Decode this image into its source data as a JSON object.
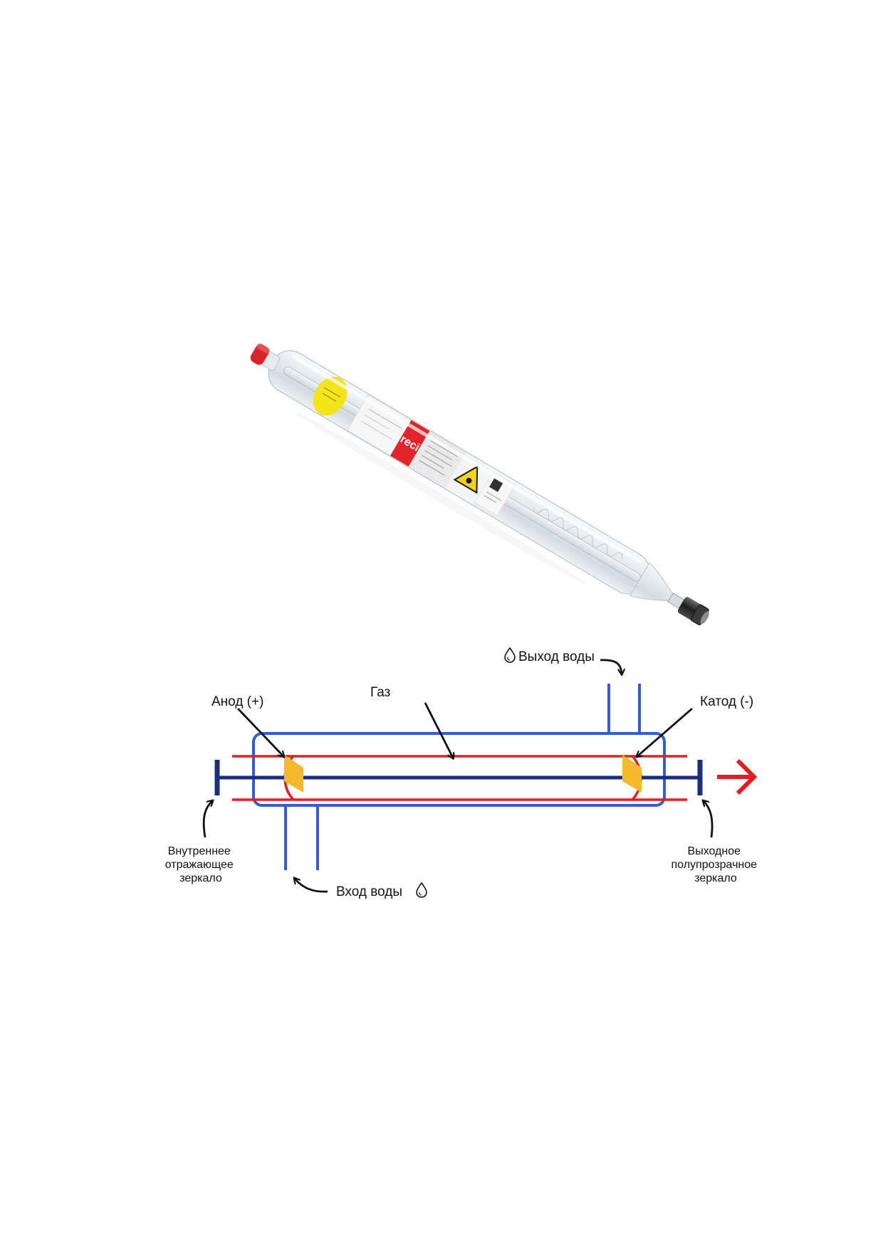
{
  "photo": {
    "tube_label_text": "reci",
    "colors": {
      "glass": "#e9eef2",
      "cap": "#d9242b",
      "yellow_label": "#f3e51a",
      "brand_red": "#e1252b",
      "connector": "#2b2b2b"
    }
  },
  "diagram": {
    "labels": {
      "anode": "Анод (+)",
      "gas": "Газ",
      "water_out": "Выход воды",
      "cathode": "Катод (-)",
      "inner_mirror": [
        "Внутреннее",
        "отражающее",
        "зеркало"
      ],
      "water_in": "Вход воды",
      "output_mirror": [
        "Выходное",
        "полупрозрачное",
        "зеркало"
      ]
    },
    "colors": {
      "outer_tube": "#2f5fd0",
      "discharge_tube": "#e02020",
      "beam_axis": "#1c2f7a",
      "electrode": "#f5b82e",
      "output_arrow": "#e02020",
      "pointer": "#111111"
    },
    "icons": {
      "water_drop": "water-drop-icon"
    }
  }
}
